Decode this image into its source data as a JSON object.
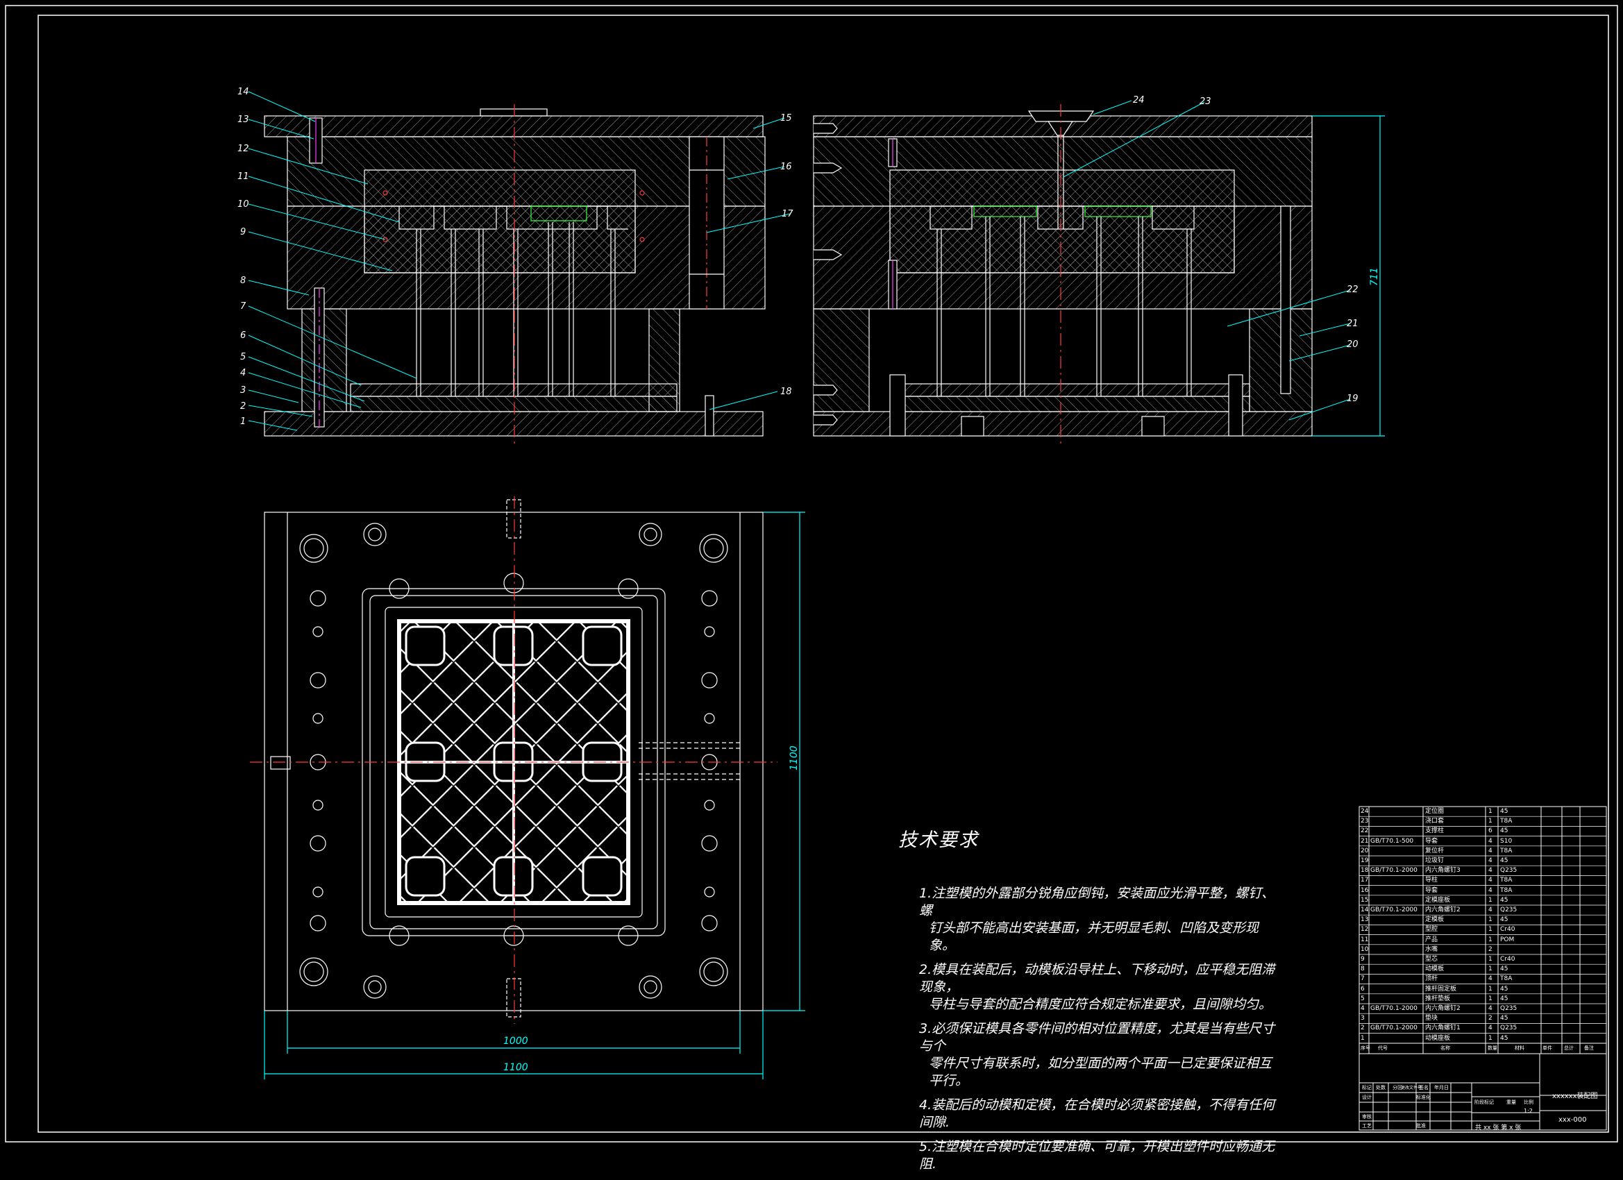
{
  "callouts_front": [
    "1",
    "2",
    "3",
    "4",
    "5",
    "6",
    "7",
    "8",
    "9",
    "10",
    "11",
    "12",
    "13",
    "14"
  ],
  "callouts_right": [
    "15",
    "16",
    "17",
    "18"
  ],
  "callouts_side": [
    "19",
    "20",
    "21",
    "22",
    "23",
    "24"
  ],
  "dims": {
    "height": "711",
    "plan_height": "1100",
    "plate_width": "1000",
    "overall_width": "1100"
  },
  "tech": {
    "title": "技术要求",
    "items": [
      {
        "line1": "1.注塑模的外露部分锐角应倒钝，安装面应光滑平整，螺钉、螺",
        "line2": "钉头部不能高出安装基面，并无明显毛刺、凹陷及变形现象。"
      },
      {
        "line1": "2.模具在装配后，动模板沿导柱上、下移动时，应平稳无阻滞现象，",
        "line2": "导柱与导套的配合精度应符合规定标准要求，且间隙均匀。"
      },
      {
        "line1": "3.必须保证模具各零件间的相对位置精度，尤其是当有些尺寸与个",
        "line2": "零件尺寸有联系时，如分型面的两个平面一已定要保证相互平行。"
      },
      {
        "line1": "4.装配后的动模和定模，在合模时必须紧密接触，不得有任何间隙.",
        "line2": ""
      },
      {
        "line1": "5.注塑模在合模时定位要准确、可靠，开模出塑件时应畅通无阻.",
        "line2": ""
      }
    ]
  },
  "bom": [
    {
      "no": "24",
      "code": "",
      "name": "定位圈",
      "qty": "1",
      "mat": "45",
      "note": ""
    },
    {
      "no": "23",
      "code": "",
      "name": "浇口套",
      "qty": "1",
      "mat": "T8A",
      "note": ""
    },
    {
      "no": "22",
      "code": "",
      "name": "支撑柱",
      "qty": "6",
      "mat": "45",
      "note": ""
    },
    {
      "no": "21",
      "code": "GB/T70.1-500",
      "name": "导套",
      "qty": "4",
      "mat": "S10",
      "note": ""
    },
    {
      "no": "20",
      "code": "",
      "name": "复位杆",
      "qty": "4",
      "mat": "T8A",
      "note": ""
    },
    {
      "no": "19",
      "code": "",
      "name": "垃圾钉",
      "qty": "4",
      "mat": "45",
      "note": ""
    },
    {
      "no": "18",
      "code": "GB/T70.1-2000",
      "name": "内六角螺钉3",
      "qty": "4",
      "mat": "Q235",
      "note": ""
    },
    {
      "no": "17",
      "code": "",
      "name": "导柱",
      "qty": "4",
      "mat": "T8A",
      "note": ""
    },
    {
      "no": "16",
      "code": "",
      "name": "导套",
      "qty": "4",
      "mat": "T8A",
      "note": ""
    },
    {
      "no": "15",
      "code": "",
      "name": "定模座板",
      "qty": "1",
      "mat": "45",
      "note": ""
    },
    {
      "no": "14",
      "code": "GB/T70.1-2000",
      "name": "内六角螺钉2",
      "qty": "4",
      "mat": "Q235",
      "note": ""
    },
    {
      "no": "13",
      "code": "",
      "name": "定模板",
      "qty": "1",
      "mat": "45",
      "note": ""
    },
    {
      "no": "12",
      "code": "",
      "name": "型腔",
      "qty": "1",
      "mat": "Cr40",
      "note": ""
    },
    {
      "no": "11",
      "code": "",
      "name": "产品",
      "qty": "1",
      "mat": "POM",
      "note": ""
    },
    {
      "no": "10",
      "code": "",
      "name": "水嘴",
      "qty": "2",
      "mat": "",
      "note": ""
    },
    {
      "no": "9",
      "code": "",
      "name": "型芯",
      "qty": "1",
      "mat": "Cr40",
      "note": ""
    },
    {
      "no": "8",
      "code": "",
      "name": "动模板",
      "qty": "1",
      "mat": "45",
      "note": ""
    },
    {
      "no": "7",
      "code": "",
      "name": "顶杆",
      "qty": "4",
      "mat": "T8A",
      "note": ""
    },
    {
      "no": "6",
      "code": "",
      "name": "推杆固定板",
      "qty": "1",
      "mat": "45",
      "note": ""
    },
    {
      "no": "5",
      "code": "",
      "name": "推杆垫板",
      "qty": "1",
      "mat": "45",
      "note": ""
    },
    {
      "no": "4",
      "code": "GB/T70.1-2000",
      "name": "内六角螺钉2",
      "qty": "4",
      "mat": "Q235",
      "note": ""
    },
    {
      "no": "3",
      "code": "",
      "name": "垫块",
      "qty": "2",
      "mat": "45",
      "note": ""
    },
    {
      "no": "2",
      "code": "GB/T70.1-2000",
      "name": "内六角螺钉1",
      "qty": "4",
      "mat": "Q235",
      "note": ""
    },
    {
      "no": "1",
      "code": "",
      "name": "动模座板",
      "qty": "1",
      "mat": "45",
      "note": ""
    }
  ],
  "bom_header": {
    "no": "序号",
    "code": "代号",
    "name": "名称",
    "qty": "数量",
    "mat": "材料",
    "unit": "单件",
    "total": "总计",
    "note": "备注"
  },
  "title_block": {
    "drawing_name": "xxxxxx装配图",
    "drawing_no": "xxx-000",
    "sheet": "共 xx 张  第 x 张",
    "scale": "1:2",
    "labels": [
      "标记",
      "处数",
      "分区",
      "更改文件号",
      "签名",
      "年月日",
      "设计",
      "标准化",
      "阶段标记",
      "重量",
      "比例",
      "审核",
      "工艺",
      "批准"
    ]
  },
  "colors": {
    "line": "#ffffff",
    "dim": "#00ffff",
    "center": "#ff3b3b",
    "hatch": "#c8c8c8",
    "part": "#39ff39",
    "accent": "#ff40ff"
  }
}
